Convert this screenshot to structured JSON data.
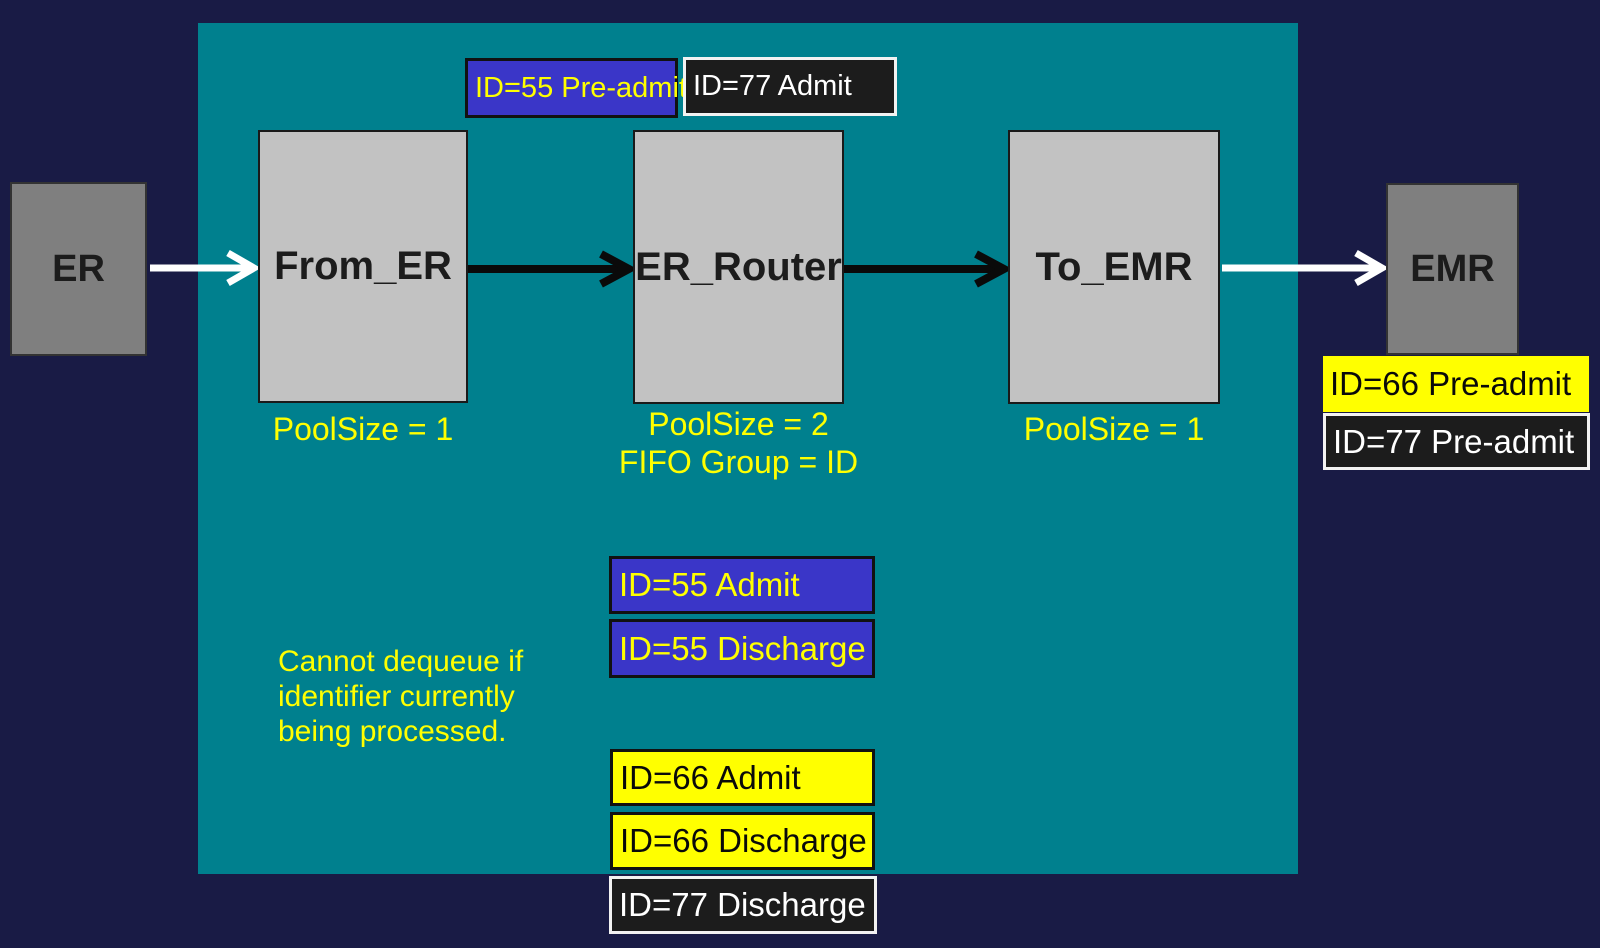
{
  "colors": {
    "background_navy": "#191B45",
    "panel_teal": "#00808E",
    "endpoint_gray": "#7F7F7F",
    "queue_gray": "#C2C2C2",
    "message_blue": "#3A36C8",
    "message_black": "#1C1C1C",
    "message_yellow": "#FFFF00",
    "label_yellow": "#FFFF00"
  },
  "nodes": {
    "er": {
      "label": "ER"
    },
    "from_er": {
      "label": "From_ER",
      "annotation": "PoolSize = 1"
    },
    "er_router": {
      "label": "ER_Router",
      "annotation_line1": "PoolSize = 2",
      "annotation_line2": "FIFO Group = ID"
    },
    "to_emr": {
      "label": "To_EMR",
      "annotation": "PoolSize = 1"
    },
    "emr": {
      "label": "EMR"
    }
  },
  "messages": {
    "top": [
      {
        "label": "ID=55 Pre-admit",
        "style": "blue"
      },
      {
        "label": "ID=77 Admit",
        "style": "black"
      }
    ],
    "middle": [
      {
        "label": "ID=55 Admit",
        "style": "blue"
      },
      {
        "label": "ID=55 Discharge",
        "style": "blue"
      }
    ],
    "bottom": [
      {
        "label": "ID=66 Admit",
        "style": "yellow"
      },
      {
        "label": "ID=66 Discharge",
        "style": "yellow"
      },
      {
        "label": "ID=77 Discharge",
        "style": "black"
      }
    ],
    "right": [
      {
        "label": "ID=66 Pre-admit",
        "style": "yellow"
      },
      {
        "label": "ID=77 Pre-admit",
        "style": "black"
      }
    ]
  },
  "note": {
    "text": "Cannot dequeue if identifier currently being processed."
  }
}
